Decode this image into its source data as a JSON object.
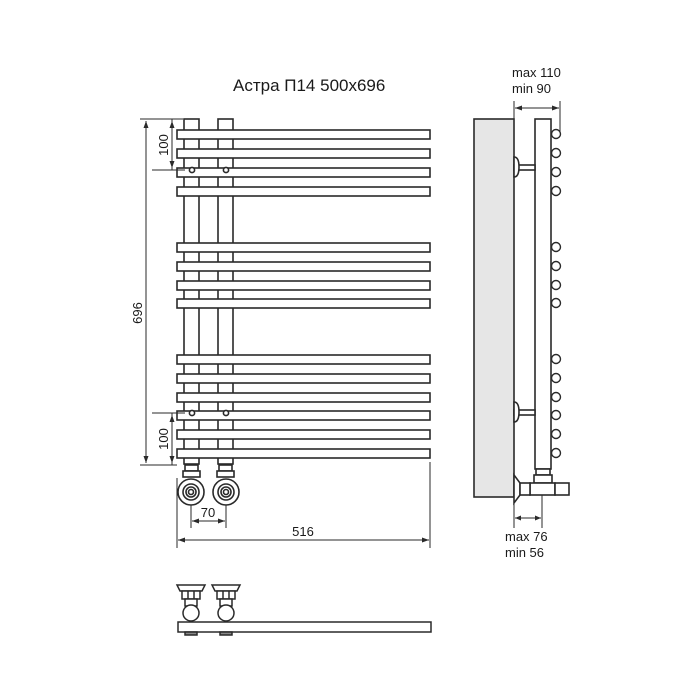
{
  "title": "Астра П14  500x696",
  "front_view": {
    "dim_height_total": "696",
    "dim_top_spacing": "100",
    "dim_bottom_spacing": "100",
    "dim_connection_spacing": "70",
    "dim_width_total": "516",
    "bar_groups": [
      4,
      4,
      6
    ]
  },
  "side_view": {
    "wall_distance_top_max": "max 110",
    "wall_distance_top_min": "min 90",
    "wall_distance_bottom_max": "max 76",
    "wall_distance_bottom_min": "min 56"
  },
  "colors": {
    "line": "#2a2a2a",
    "wall": "#e6e6e6",
    "background": "#ffffff"
  }
}
